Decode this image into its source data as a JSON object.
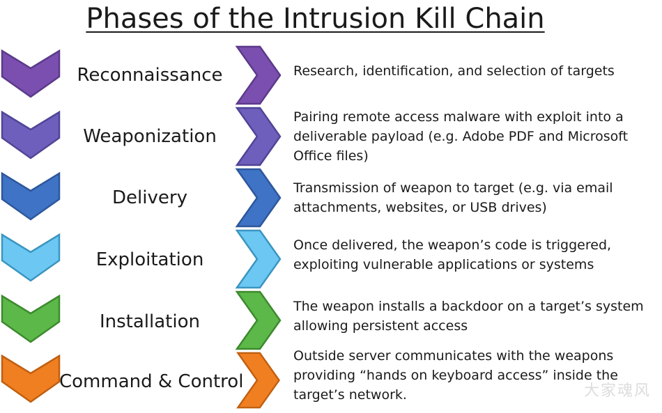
{
  "title": "Phases of the Intrusion Kill Chain",
  "watermark": "大家魂风",
  "phases": [
    {
      "name": "Reconnaissance",
      "description_lines": [
        "Research, identification, and selection of targets"
      ],
      "color": "#7a4fb0",
      "edge": "#5c3a8a"
    },
    {
      "name": "Weaponization",
      "description_lines": [
        "Pairing remote access malware with exploit into a",
        "deliverable payload (e.g. Adobe PDF and Microsoft",
        "Office files)"
      ],
      "color": "#6f5fbd",
      "edge": "#4f4596"
    },
    {
      "name": "Delivery",
      "description_lines": [
        "Transmission of weapon to target (e.g. via email",
        "attachments, websites, or USB drives)"
      ],
      "color": "#3f73c5",
      "edge": "#2d579c"
    },
    {
      "name": "Exploitation",
      "description_lines": [
        "Once delivered, the weapon’s code is triggered,",
        "exploiting vulnerable applications or systems"
      ],
      "color": "#6cc8f2",
      "edge": "#3a95c0"
    },
    {
      "name": "Installation",
      "description_lines": [
        "The weapon installs a backdoor on a target’s system",
        "allowing persistent access"
      ],
      "color": "#5cb848",
      "edge": "#3d8a2e"
    },
    {
      "name": "Command & Control",
      "description_lines": [
        "Outside server communicates with the weapons",
        "providing “hands on keyboard access” inside the",
        "target’s network."
      ],
      "color": "#f07f22",
      "edge": "#c05f10"
    }
  ]
}
